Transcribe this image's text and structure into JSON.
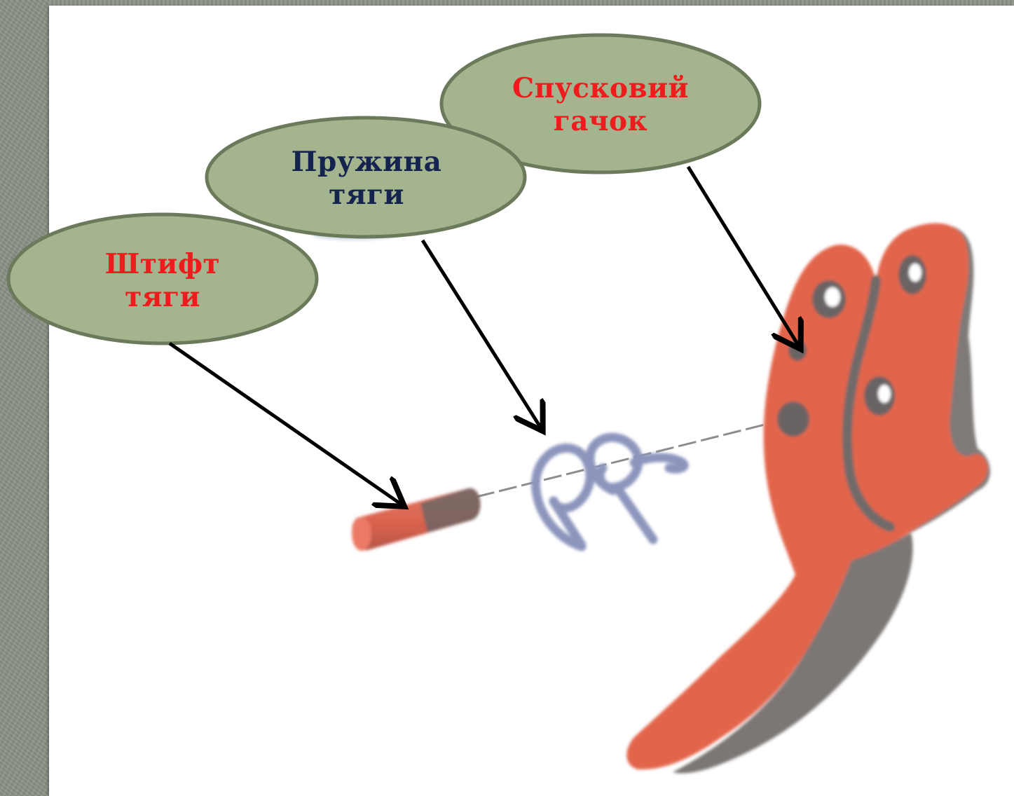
{
  "diagram": {
    "labels": {
      "trigger": {
        "line1": "Спусковий",
        "line2": "гачок"
      },
      "spring": {
        "line1": "Пружина",
        "line2": "тяги"
      },
      "pin": {
        "line1": "Штифт",
        "line2": "тяги"
      }
    },
    "colors": {
      "part": "#e2654c",
      "part_shadow": "#7f7a78",
      "spring": "#8d95bd",
      "callout_fill": "#a3b48e",
      "callout_stroke": "#6a7a5a",
      "label_red": "#ee1c1c",
      "label_navy": "#14244e"
    }
  }
}
